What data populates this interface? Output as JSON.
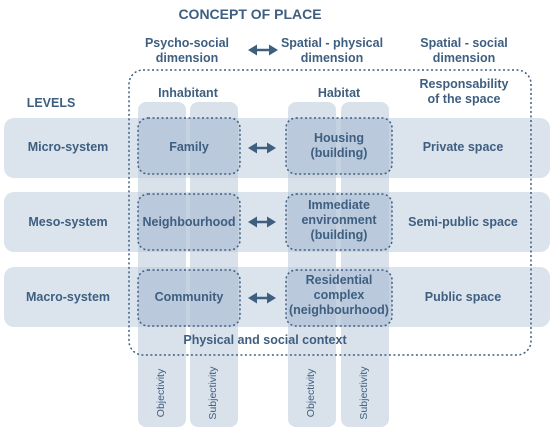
{
  "title": "CONCEPT OF PLACE",
  "header": {
    "psycho_social": "Psycho-social\ndimension",
    "spatial_physical": "Spatial - physical\ndimension",
    "spatial_social": "Spatial - social\ndimension"
  },
  "levels_label": "LEVELS",
  "inhabitant_label": "Inhabitant",
  "habitat_label": "Habitat",
  "responsibility_label": "Responsability\nof the space",
  "rows": [
    {
      "level": "Micro-system",
      "inhabitant": "Family",
      "habitat": "Housing\n(building)",
      "space": "Private space"
    },
    {
      "level": "Meso-system",
      "inhabitant": "Neighbourhood",
      "habitat": "Immediate\nenvironment\n(building)",
      "space": "Semi-public space"
    },
    {
      "level": "Macro-system",
      "inhabitant": "Community",
      "habitat": "Residential\ncomplex\n(neighbourhood)",
      "space": "Public space"
    }
  ],
  "context_label": "Physical and social context",
  "column_labels": {
    "inhabitant_objectivity": "Objectivity",
    "inhabitant_subjectivity": "Subjectivity",
    "habitat_objectivity": "Objectivity",
    "habitat_subjectivity": "Subjectivity"
  },
  "colors": {
    "text": "#3e5f80",
    "row_band": "#dbe3ed",
    "column_band": "#cdd8e5",
    "cell_box": "#a9bdd2",
    "dotted": "#3e5f80"
  }
}
